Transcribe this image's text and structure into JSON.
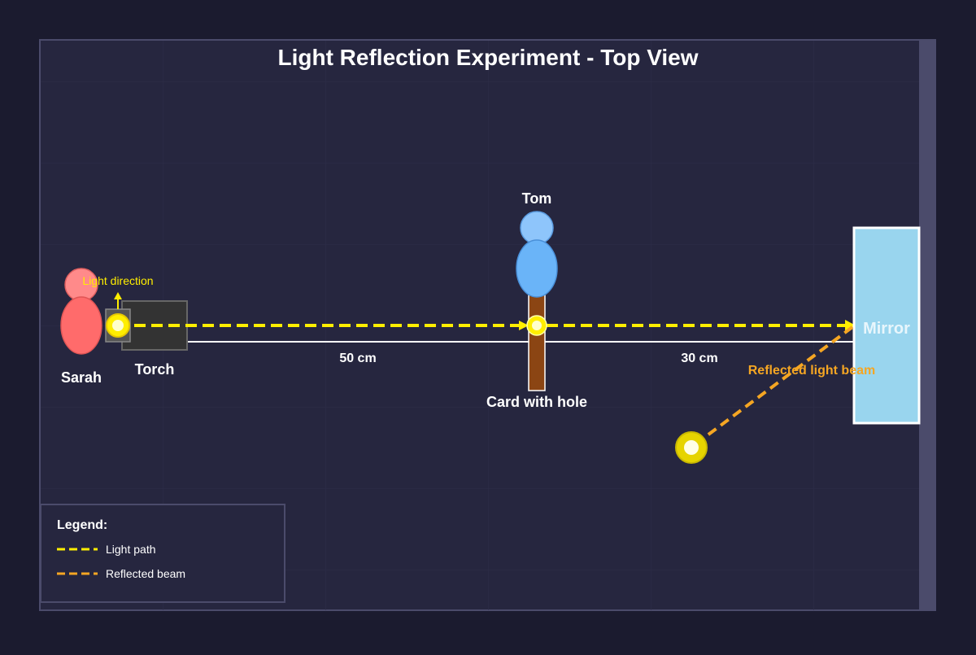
{
  "title": "Light Reflection Experiment - Top View",
  "labels": {
    "sarah": "Sarah",
    "torch": "Torch",
    "light_direction": "Light direction",
    "tom": "Tom",
    "card": "Card with hole",
    "mirror": "Mirror",
    "distance_torch_card": "50 cm",
    "distance_card_mirror": "30 cm",
    "reflected_beam": "Reflected light beam"
  },
  "legend": {
    "title": "Legend:",
    "items": [
      {
        "label": "Light path",
        "color": "#ffee00"
      },
      {
        "label": "Reflected beam",
        "color": "#f5a623"
      }
    ]
  },
  "colors": {
    "background": "#1b1b2f",
    "panel": "#26263f",
    "light": "#ffee00",
    "reflected": "#f5a623",
    "sarah": "#ff6b6b",
    "tom": "#6ab4f8",
    "card": "#8b4513",
    "mirror": "#99d5ee"
  }
}
